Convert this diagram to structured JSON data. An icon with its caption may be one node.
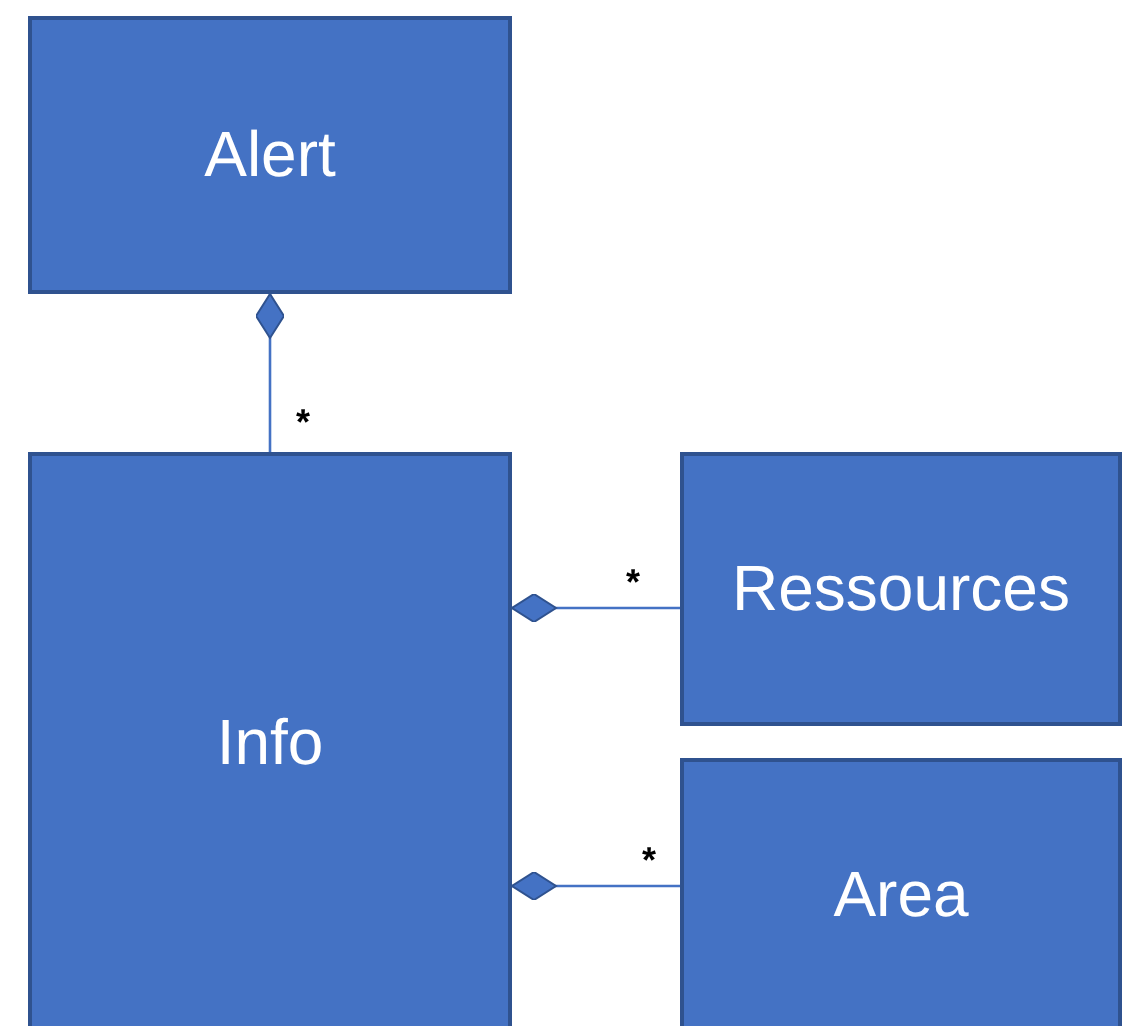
{
  "diagram": {
    "nodes": [
      {
        "text": [
          "Alert"
        ]
      },
      {
        "text": [
          "Info"
        ]
      },
      {
        "text": [
          "Ressources"
        ]
      },
      {
        "text": [
          "Area"
        ]
      }
    ],
    "edges": [
      {
        "from": 0,
        "to": 1,
        "arrow": "other",
        "label": "*"
      },
      {
        "from": 1,
        "to": 2,
        "arrow": "other",
        "label": "*"
      },
      {
        "from": 1,
        "to": 3,
        "arrow": "other",
        "label": "*"
      }
    ]
  }
}
